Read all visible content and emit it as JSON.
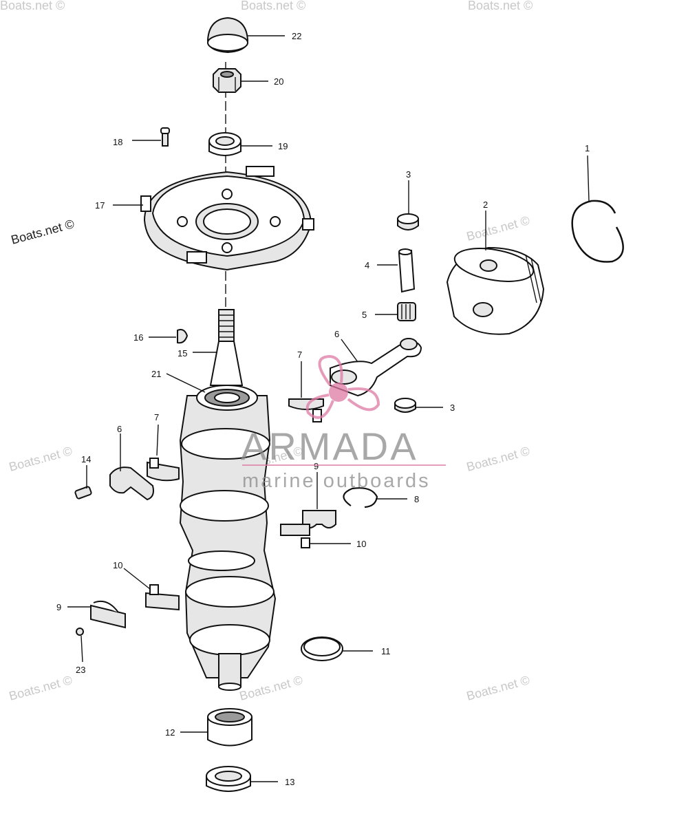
{
  "diagram": {
    "watermarks": {
      "primary": "Boats.net ©",
      "faded": "Boats.net ©"
    },
    "logo": {
      "name": "ARMADA",
      "tagline": "marine outboards",
      "accent_color": "#e07aa5"
    },
    "callouts": {
      "1": "1",
      "2": "2",
      "3a": "3",
      "3b": "3",
      "4": "4",
      "5": "5",
      "6": "6",
      "7a": "7",
      "7b": "7",
      "8": "8",
      "9a": "9",
      "9b": "9",
      "10a": "10",
      "10b": "10",
      "11": "11",
      "12": "12",
      "13": "13",
      "14": "14",
      "15": "15",
      "16": "16",
      "17": "17",
      "18": "18",
      "19": "19",
      "20": "20",
      "21": "21",
      "22": "22",
      "23": "23"
    }
  }
}
